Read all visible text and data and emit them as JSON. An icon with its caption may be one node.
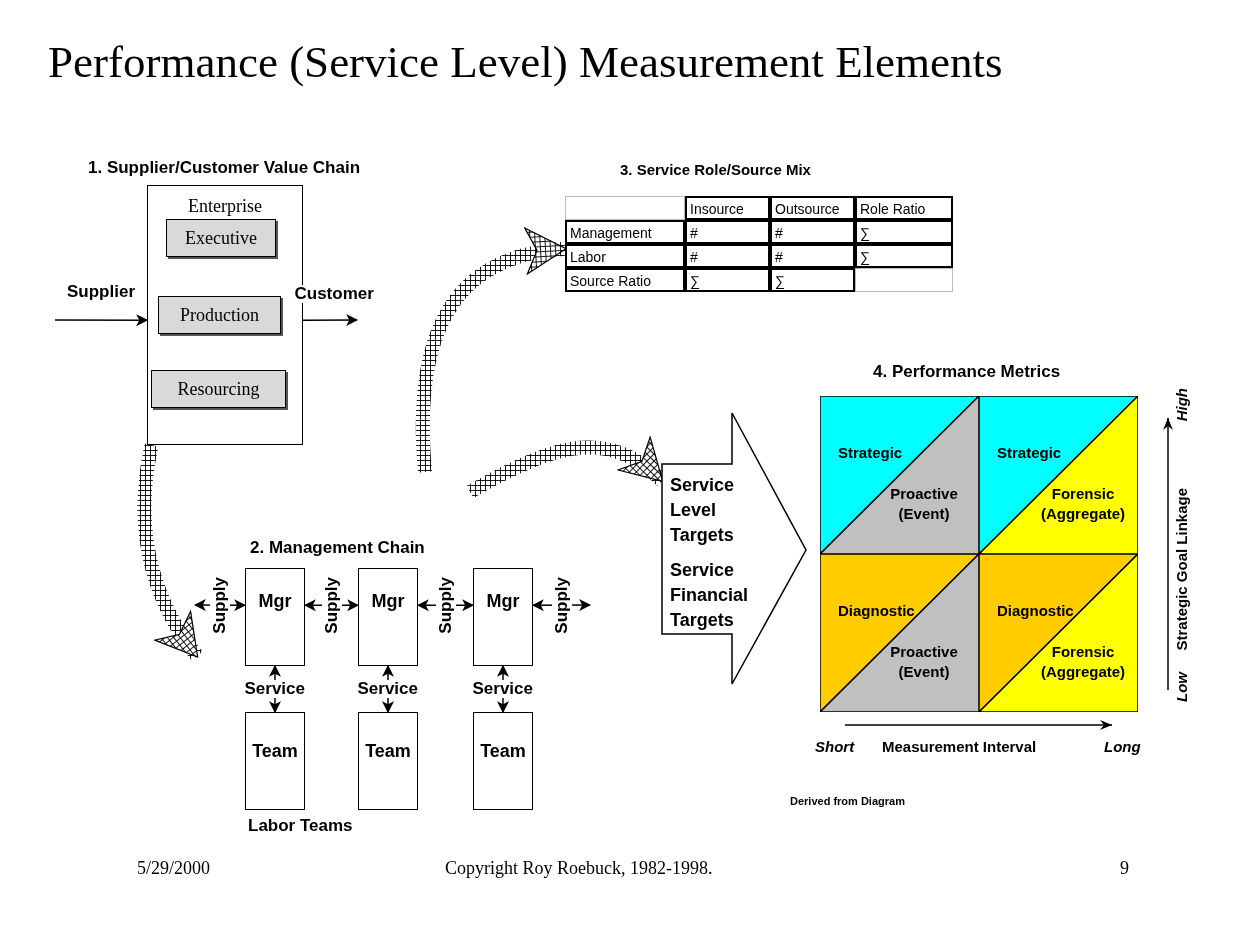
{
  "diagram": {
    "title": "Performance (Service Level) Measurement Elements",
    "nodes": [
      {
        "text": [
          "Enterprise"
        ]
      },
      {
        "text": [
          "Executive"
        ],
        "in": 0
      },
      {
        "text": [
          "Production"
        ],
        "in": 0
      },
      {
        "text": [
          "Resourcing"
        ],
        "in": 0
      },
      {
        "text": [],
        "shape": "box"
      },
      {
        "text": [
          "Mgr"
        ]
      },
      {
        "text": [
          "Mgr"
        ]
      },
      {
        "text": [
          "Mgr"
        ]
      },
      {
        "text": [
          "Team"
        ]
      },
      {
        "text": [
          "Team"
        ]
      },
      {
        "text": [
          "Team"
        ]
      },
      {
        "text": [
          "Service Level Targets",
          "Service Financial Targets"
        ]
      },
      {
        "text": [
          "Strategic"
        ]
      },
      {
        "text": [
          "Proactive (Event)"
        ]
      },
      {
        "text": [
          "Strategic"
        ]
      },
      {
        "text": [
          "Forensic (Aggregate)"
        ]
      },
      {
        "text": [
          "Diagnostic"
        ]
      },
      {
        "text": [
          "Proactive (Event)"
        ]
      },
      {
        "text": [
          "Diagnostic"
        ]
      },
      {
        "text": [
          "Forensic (Aggregate)"
        ]
      }
    ],
    "edges": [
      {
        "from": null,
        "to": 0,
        "arrow": "to",
        "label": "Supplier"
      },
      {
        "from": 0,
        "to": null,
        "arrow": "to",
        "label": "Customer"
      },
      {
        "from": null,
        "to": 5,
        "arrow": "both",
        "label": "Supply"
      },
      {
        "from": 5,
        "to": 6,
        "arrow": "both",
        "label": "Supply"
      },
      {
        "from": 6,
        "to": 7,
        "arrow": "both",
        "label": "Supply"
      },
      {
        "from": 7,
        "to": null,
        "arrow": "both",
        "label": "Supply"
      },
      {
        "from": 5,
        "to": 8,
        "arrow": "both",
        "label": "Service"
      },
      {
        "from": 6,
        "to": 9,
        "arrow": "both",
        "label": "Service"
      },
      {
        "from": 7,
        "to": 10,
        "arrow": "both",
        "label": "Service"
      },
      {
        "from": 0,
        "to": 5,
        "arrow": "to",
        "style": "thick"
      },
      {
        "from": null,
        "to": 4,
        "arrow": "to",
        "style": "thick"
      },
      {
        "from": null,
        "to": 11,
        "arrow": "to",
        "style": "thick"
      }
    ],
    "labels": [
      "1. Supplier/Customer Value Chain",
      "3. Service Role/Source Mix",
      "Insource",
      "Outsource",
      "Role Ratio",
      "Management",
      "#",
      "#",
      "∑",
      "Labor",
      "#",
      "#",
      "∑",
      "Source Ratio",
      "∑",
      "∑",
      "4. Performance Metrics",
      "2. Management Chain",
      "Labor Teams",
      "Short",
      "Measurement Interval",
      "Long",
      "High",
      "Strategic Goal Linkage",
      "Low",
      "Derived from Diagram",
      "5/29/2000",
      "Copyright Roy Roebuck, 1982-1998.",
      "9"
    ]
  }
}
